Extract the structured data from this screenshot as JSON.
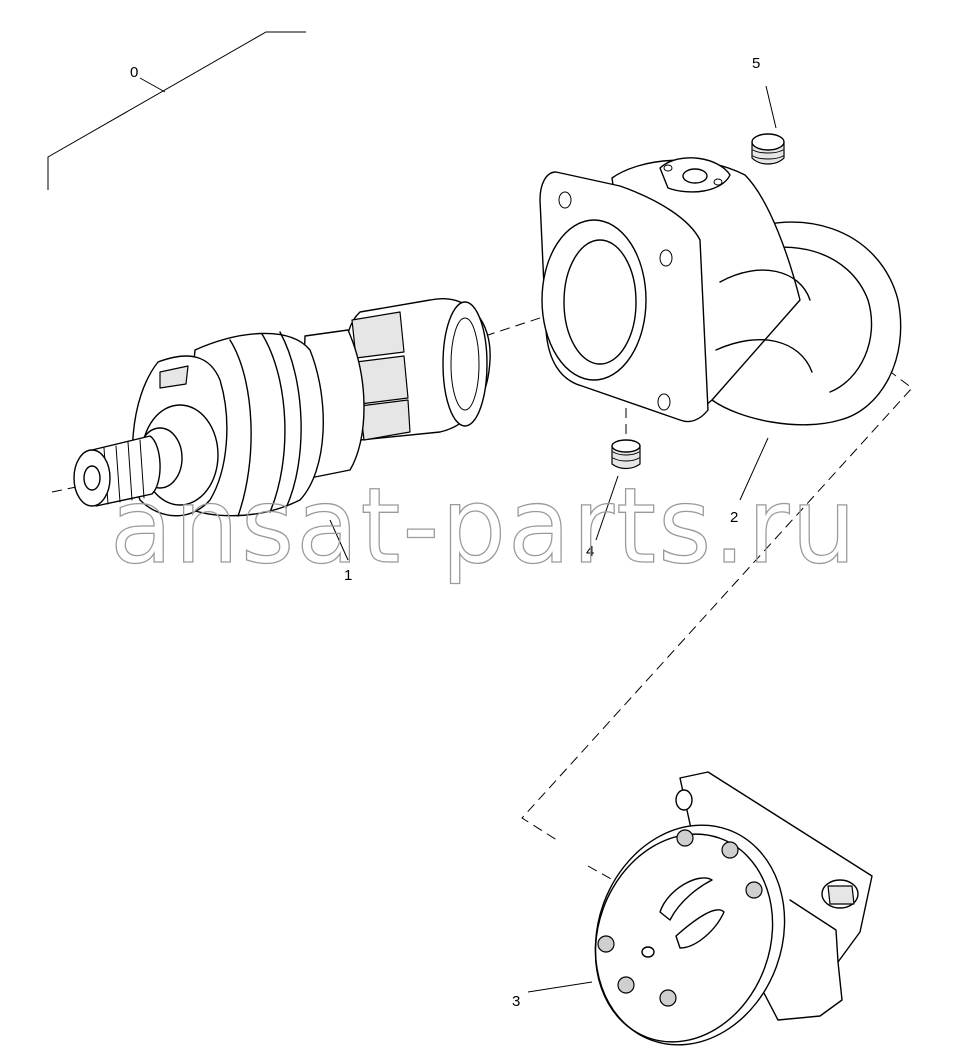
{
  "callouts": [
    {
      "id": "0",
      "label": "0"
    },
    {
      "id": "1",
      "label": "1"
    },
    {
      "id": "2",
      "label": "2"
    },
    {
      "id": "3",
      "label": "3"
    },
    {
      "id": "4",
      "label": "4"
    },
    {
      "id": "5",
      "label": "5"
    }
  ],
  "watermark": "ansat-parts.ru",
  "colors": {
    "ink": "#000000",
    "watermark": "#9a9a9a",
    "background": "#ffffff"
  }
}
